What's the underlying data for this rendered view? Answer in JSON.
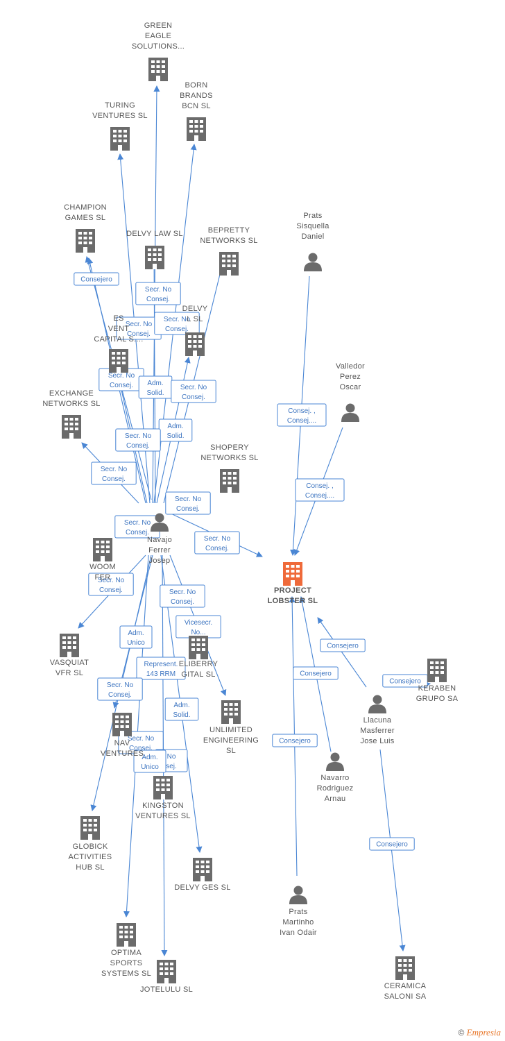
{
  "colors": {
    "edge": "#4a86d4",
    "company": "#6b6b6b",
    "person": "#6b6b6b",
    "focus": "#ef6a3a",
    "label": "#555555"
  },
  "credit": {
    "copyright": "©",
    "brand": "Empresia"
  },
  "nodes": [
    {
      "id": "green-eagle",
      "type": "company",
      "label": [
        "GREEN",
        "EAGLE",
        "SOLUTIONS..."
      ]
    },
    {
      "id": "born-brands",
      "type": "company",
      "label": [
        "BORN",
        "BRANDS",
        "BCN  SL"
      ]
    },
    {
      "id": "turing",
      "type": "company",
      "label": [
        "TURING",
        "VENTURES  SL"
      ]
    },
    {
      "id": "champion",
      "type": "company",
      "label": [
        "CHAMPION",
        "GAMES  SL"
      ]
    },
    {
      "id": "delvy-law",
      "type": "company",
      "label": [
        "DELVY LAW  SL"
      ]
    },
    {
      "id": "bepretty",
      "type": "company",
      "label": [
        "BEPRETTY",
        "NETWORKS  SL"
      ]
    },
    {
      "id": "es-ventures",
      "type": "company",
      "label": [
        "ES",
        "VENT",
        "CAPITAL S...."
      ]
    },
    {
      "id": "delvy-sl",
      "type": "company",
      "label": [
        "DELVY",
        "L  SL"
      ]
    },
    {
      "id": "exchange",
      "type": "company",
      "label": [
        "EXCHANGE",
        "NETWORKS SL"
      ]
    },
    {
      "id": "shopery",
      "type": "company",
      "label": [
        "SHOPERY",
        "NETWORKS  SL"
      ]
    },
    {
      "id": "woom",
      "type": "company",
      "label": [
        "WOOM",
        "FER"
      ]
    },
    {
      "id": "vasquiat",
      "type": "company",
      "label": [
        "VASQUIAT",
        "VFR  SL"
      ]
    },
    {
      "id": "deliberry",
      "type": "company",
      "label": [
        "ELIBERRY",
        "GITAL  SL"
      ]
    },
    {
      "id": "unlimited",
      "type": "company",
      "label": [
        "UNLIMITED",
        "ENGINEERING",
        "SL"
      ]
    },
    {
      "id": "nav-ventures",
      "type": "company",
      "label": [
        "NAV",
        "VENTURES"
      ]
    },
    {
      "id": "kingston",
      "type": "company",
      "label": [
        "KINGSTON",
        "VENTURES  SL"
      ]
    },
    {
      "id": "globick",
      "type": "company",
      "label": [
        "GLOBICK",
        "ACTIVITIES",
        "HUB  SL"
      ]
    },
    {
      "id": "delvy-ges",
      "type": "company",
      "label": [
        "DELVY GES  SL"
      ]
    },
    {
      "id": "optima",
      "type": "company",
      "label": [
        "OPTIMA",
        "SPORTS",
        "SYSTEMS  SL"
      ]
    },
    {
      "id": "jotelulu",
      "type": "company",
      "label": [
        "JOTELULU  SL"
      ]
    },
    {
      "id": "project-lobster",
      "type": "focus",
      "label": [
        "PROJECT",
        "LOBSTER  SL"
      ]
    },
    {
      "id": "keraben",
      "type": "company",
      "label": [
        "KERABEN",
        "GRUPO SA"
      ]
    },
    {
      "id": "ceramica",
      "type": "company",
      "label": [
        "CERAMICA",
        "SALONI SA"
      ]
    },
    {
      "id": "navajo",
      "type": "person",
      "label": [
        "Navajo",
        "Ferrer",
        "Josep"
      ]
    },
    {
      "id": "prats-sisquella",
      "type": "person",
      "label": [
        "Prats",
        "Sisquella",
        "Daniel"
      ]
    },
    {
      "id": "valledor",
      "type": "person",
      "label": [
        "Valledor",
        "Perez",
        "Oscar"
      ]
    },
    {
      "id": "llacuna",
      "type": "person",
      "label": [
        "Llacuna",
        "Masferrer",
        "Jose Luis"
      ]
    },
    {
      "id": "navarro",
      "type": "person",
      "label": [
        "Navarro",
        "Rodriguez",
        "Arnau"
      ]
    },
    {
      "id": "prats-martinho",
      "type": "person",
      "label": [
        "Prats",
        "Martinho",
        "Ivan Odair"
      ]
    }
  ],
  "edge_labels": [
    [
      "Consejero"
    ],
    [
      "Secr.  No",
      "Consej."
    ],
    [
      "Secr.  No",
      "Consej."
    ],
    [
      "Secr.  No",
      "Consej."
    ],
    [
      "Secr.  No",
      "Consej."
    ],
    [
      "Adm.",
      "Solid."
    ],
    [
      "Secr.  No",
      "Consej."
    ],
    [
      "Adm.",
      "Solid."
    ],
    [
      "Secr.  No",
      "Consej."
    ],
    [
      "Secr.  No",
      "Consej."
    ],
    [
      "Secr.  No",
      "Consej."
    ],
    [
      "Secr.  No",
      "Consej."
    ],
    [
      "Secr.  No",
      "Consej."
    ],
    [
      "Secr.  No",
      "Consej."
    ],
    [
      "Secr.  No",
      "Consej."
    ],
    [
      "Vicesecr.",
      "No..."
    ],
    [
      "Adm.",
      "Unico"
    ],
    [
      "Represent.",
      "143 RRM"
    ],
    [
      "Secr.  No",
      "Consej."
    ],
    [
      "Adm.",
      "Solid."
    ],
    [
      "Secr.  No",
      "Consej."
    ],
    [
      "No",
      "sej."
    ],
    [
      "Adm.",
      "Unico"
    ],
    [
      "Consej. ,",
      "Consej...."
    ],
    [
      "Consej. ,",
      "Consej...."
    ],
    [
      "Consejero"
    ],
    [
      "Consejero"
    ],
    [
      "Consejero"
    ],
    [
      "Consejero"
    ],
    [
      "Consejero"
    ]
  ]
}
